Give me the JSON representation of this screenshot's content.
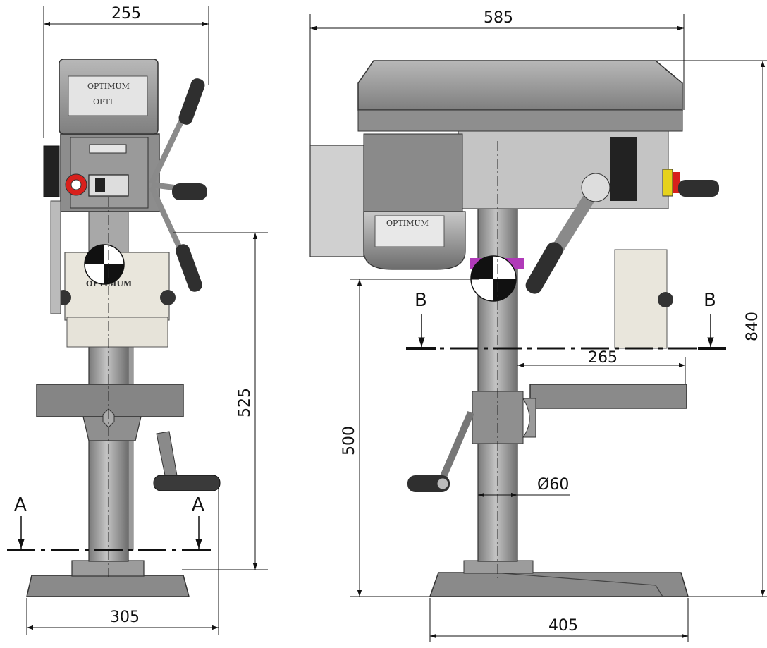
{
  "dimensions": {
    "front_top_width": "255",
    "front_base_width": "305",
    "front_height": "525",
    "side_top_width": "585",
    "side_height_total": "840",
    "side_table_height": "500",
    "side_table_reach": "265",
    "side_column_diameter": "Ø60",
    "side_base_width": "405"
  },
  "section_labels": {
    "a_left": "A",
    "a_right": "A",
    "b_left": "B",
    "b_right": "B"
  },
  "machine_labels": {
    "brand_head": "OPTIMUM",
    "model_head": "OPTI",
    "brand_guard": "OPTIMUM",
    "brand_motor": "OPTIMUM"
  },
  "colors": {
    "metal_dark": "#6f6f6f",
    "metal_mid": "#9a9a9a",
    "metal_light": "#cfcfcf",
    "guard_fill": "#e9e6dc",
    "switch_red": "#d8201c",
    "switch_yellow": "#e6d21c",
    "collar_magenta": "#b03ab8"
  }
}
